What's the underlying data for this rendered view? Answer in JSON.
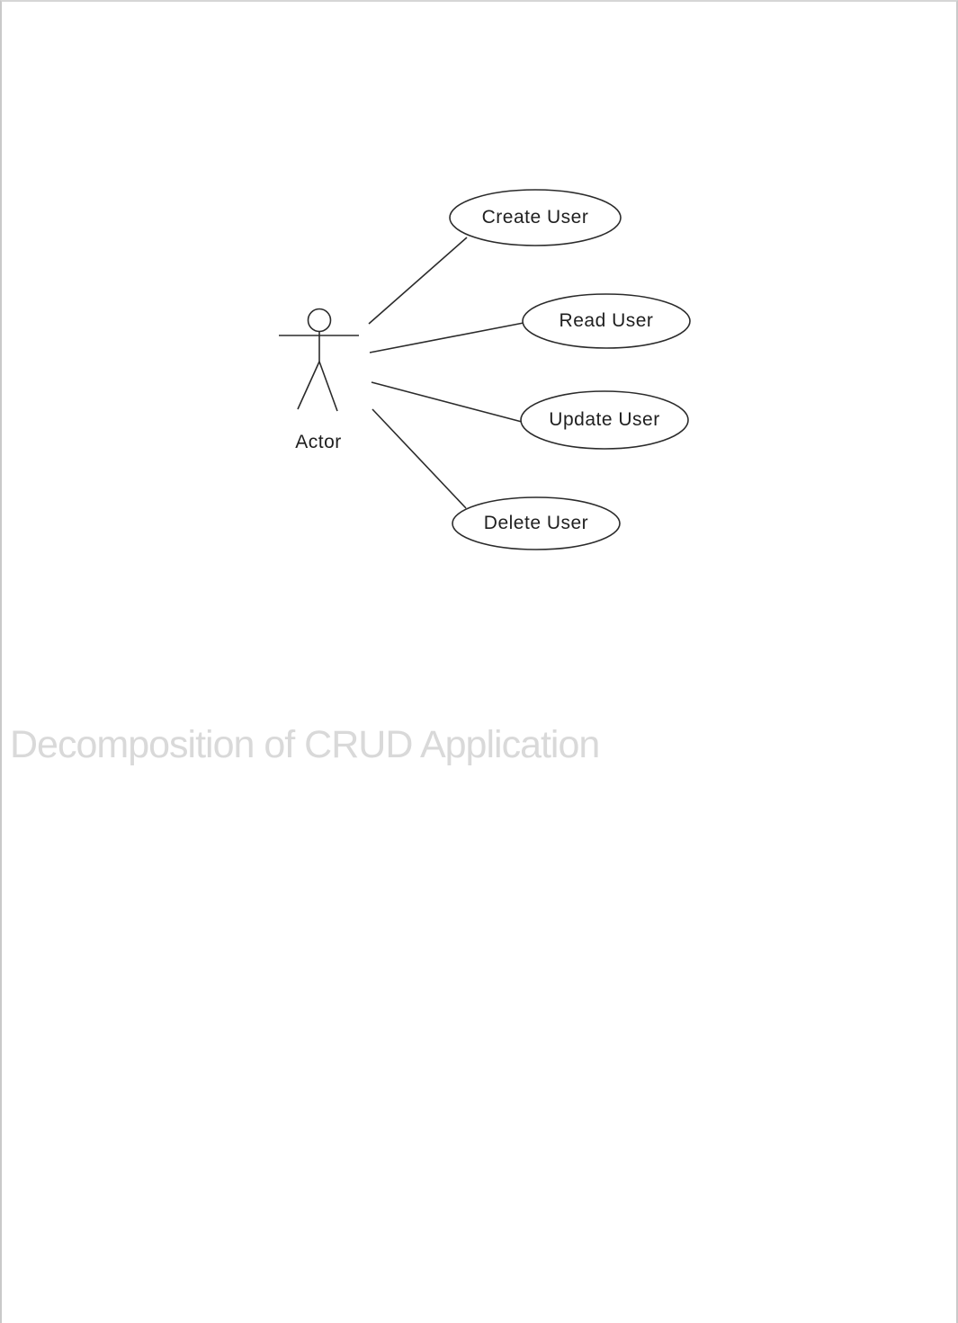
{
  "page": {
    "background": "#ffffff",
    "border_color": "#c9c9c9"
  },
  "watermark": {
    "text": "Decomposition of CRUD Application",
    "color": "#d9d9d9"
  },
  "diagram": {
    "type": "uml-use-case",
    "stroke_color": "#2b2b2b",
    "text_color": "#1f1f1f",
    "actor": {
      "label": "Actor"
    },
    "use_cases": [
      {
        "id": "create-user",
        "label": "Create User"
      },
      {
        "id": "read-user",
        "label": "Read User"
      },
      {
        "id": "update-user",
        "label": "Update User"
      },
      {
        "id": "delete-user",
        "label": "Delete User"
      }
    ],
    "connections": [
      {
        "from": "actor",
        "to": "create-user"
      },
      {
        "from": "actor",
        "to": "read-user"
      },
      {
        "from": "actor",
        "to": "update-user"
      },
      {
        "from": "actor",
        "to": "delete-user"
      }
    ]
  }
}
